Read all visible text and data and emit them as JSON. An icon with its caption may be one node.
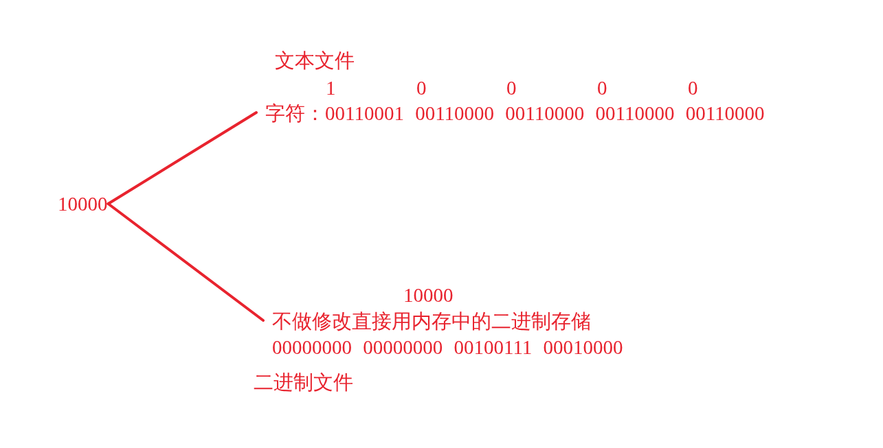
{
  "diagram": {
    "nodes": [
      {
        "text": [
          "10000"
        ]
      },
      {
        "text": [
          "字符：00110001 00110000 00110000 00110000 00110000"
        ]
      },
      {
        "text": [
          "不做修改直接用内存中的二进制存储"
        ]
      }
    ],
    "edges": [
      {
        "from": 0,
        "to": 1,
        "arrow": "none"
      },
      {
        "from": 0,
        "to": 2,
        "arrow": "none"
      }
    ],
    "labels": [
      "文本文件",
      "1",
      "0",
      "0",
      "0",
      "0",
      "10000",
      "00000000 00000000 00100111 00010000",
      "二进制文件"
    ]
  }
}
